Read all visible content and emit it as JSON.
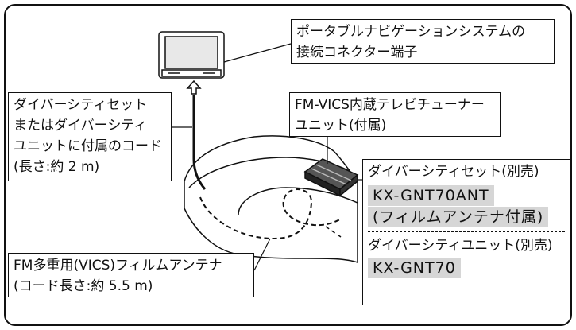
{
  "labels": {
    "connector": [
      "ポータブルナビゲーションシステムの",
      "接続コネクター端子"
    ],
    "cord": [
      "ダイバーシティセット",
      "またはダイバーシティ",
      "ユニットに付属のコード",
      "(長さ:約 2 m)"
    ],
    "tuner": [
      "FM-VICS内蔵テレビチューナー",
      "ユニット(付属)"
    ],
    "diversity_set": {
      "title": "ダイバーシティセット(別売)",
      "model": "KX-GNT70ANT",
      "model_note": "(フィルムアンテナ付属)",
      "unit_title": "ダイバーシティユニット(別売)",
      "unit_model": "KX-GNT70"
    },
    "antenna": [
      "FM多重用(VICS)フィルムアンテナ",
      "(コード長さ:約 5.5 m)"
    ]
  },
  "icons": {
    "monitor": "navigation-monitor-icon",
    "tuner_unit": "tuner-unit-icon",
    "connection_arrow": "up-arrow-icon"
  },
  "colors": {
    "line": "#111111",
    "highlight": "#d6d6d6"
  }
}
